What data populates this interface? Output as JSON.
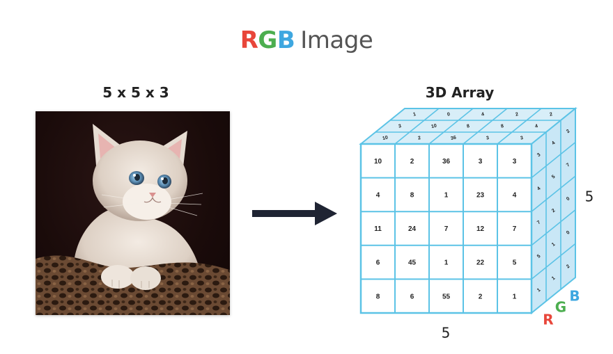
{
  "title": {
    "r": "R",
    "g": "G",
    "b": "B",
    "rest": "Image"
  },
  "image_label": "5 x 5 x 3",
  "array_label": "3D Array",
  "dims": {
    "width": "5",
    "height": "5"
  },
  "channels": [
    "R",
    "G",
    "B"
  ],
  "colors": {
    "red": "#e8463a",
    "green": "#4cae4f",
    "blue": "#3ea7e0",
    "grid": "#5bc3e6",
    "face": "#ffffff",
    "top": "#d8eef8",
    "side": "#c9e7f6"
  },
  "front_grid": [
    [
      "10",
      "2",
      "36",
      "3",
      "3"
    ],
    [
      "4",
      "8",
      "1",
      "23",
      "4"
    ],
    [
      "11",
      "24",
      "7",
      "12",
      "7"
    ],
    [
      "6",
      "45",
      "1",
      "22",
      "5"
    ],
    [
      "8",
      "6",
      "55",
      "2",
      "1"
    ]
  ],
  "top_rows": [
    [
      "1",
      "0",
      "4",
      "2",
      "2"
    ],
    [
      "3",
      "10",
      "8",
      "8",
      "4"
    ],
    [
      "10",
      "2",
      "36",
      "3",
      "3"
    ]
  ],
  "side_cols": [
    [
      "3",
      "4",
      "7",
      "5",
      "1"
    ],
    [
      "4",
      "5",
      "2",
      "1",
      "1"
    ],
    [
      "2",
      "7",
      "0",
      "0",
      "2"
    ]
  ]
}
